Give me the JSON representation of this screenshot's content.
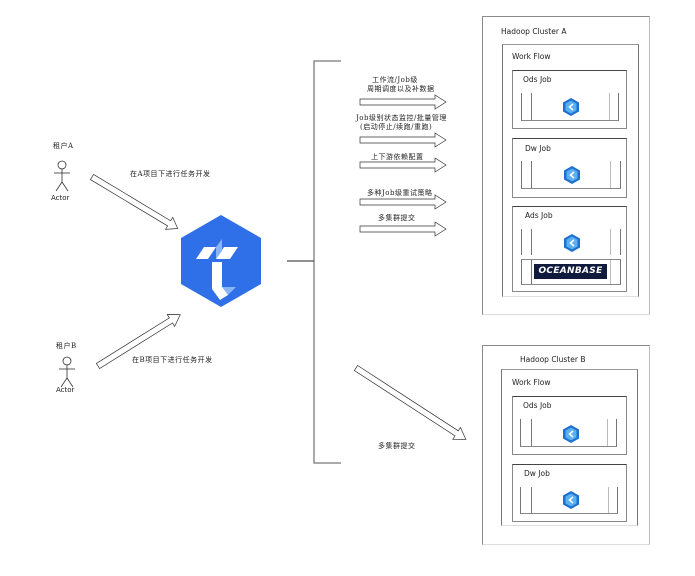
{
  "actors": [
    {
      "tenant_label": "租户A",
      "actor_label": "Actor",
      "flow_label": "在A项目下进行任务开发"
    },
    {
      "tenant_label": "租户B",
      "actor_label": "Actor",
      "flow_label": "在B项目下进行任务开发"
    }
  ],
  "center_logo": {
    "icon": "taier-hexagon-logo-icon"
  },
  "features": [
    {
      "lines": [
        "工作流/Job级",
        "周期调度以及补数据"
      ]
    },
    {
      "lines": [
        "Job级别状态监控/批量管理",
        "(启动停止/续跑/重跑)"
      ]
    },
    {
      "lines": [
        "上下游依赖配置"
      ]
    },
    {
      "lines": [
        "多种Job级重试策略"
      ]
    },
    {
      "lines": [
        "多集群提交"
      ]
    }
  ],
  "multi_cluster_label": "多集群提交",
  "clusters": [
    {
      "title": "Hadoop Cluster A",
      "workflow_title": "Work Flow",
      "jobs": [
        {
          "title": "Ods Job",
          "engines": [
            "engine-hexagon-icon"
          ]
        },
        {
          "title": "Dw Job",
          "engines": [
            "engine-hexagon-icon"
          ]
        },
        {
          "title": "Ads Job",
          "engines": [
            "engine-hexagon-icon",
            "OCEANBASE"
          ]
        }
      ]
    },
    {
      "title": "Hadoop Cluster B",
      "workflow_title": "Work Flow",
      "jobs": [
        {
          "title": "Ods Job",
          "engines": [
            "engine-hexagon-icon"
          ]
        },
        {
          "title": "Dw Job",
          "engines": [
            "engine-hexagon-icon"
          ]
        }
      ]
    }
  ],
  "colors": {
    "logo_blue": "#2f6fe8",
    "logo_light": "#8ab4f8",
    "oceanbase_bg": "#0f1a3c",
    "engine_blue": "#1f6fd1"
  }
}
